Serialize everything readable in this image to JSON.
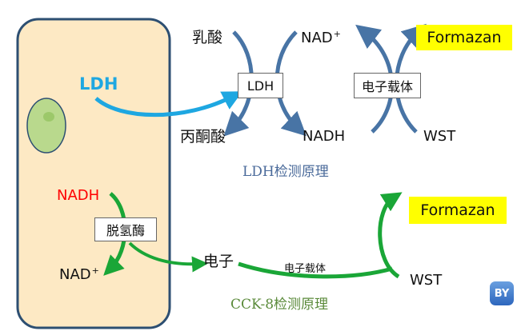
{
  "cell": {
    "ldh_label": "LDH",
    "nadh_label": "NADH",
    "enzyme_label": "脱氢酶",
    "nad_label": "NAD",
    "nad_sup": "+"
  },
  "ldh_principle": {
    "lactate": "乳酸",
    "pyruvate": "丙酮酸",
    "ldh_box": "LDH",
    "nad": "NAD",
    "nad_sup": "+",
    "nadh": "NADH",
    "carrier_box": "电子载体",
    "formazan": "Formazan",
    "wst": "WST",
    "caption": "LDH检测原理"
  },
  "cck8_principle": {
    "electron": "电子",
    "carrier": "电子载体",
    "wst": "WST",
    "formazan": "Formazan",
    "caption": "CCK-8检测原理"
  },
  "badge_text": "BY",
  "colors": {
    "cell_fill": "#fde9c4",
    "cell_border": "#2d4f72",
    "nucleus": "#b9d98d",
    "ldh_blue": "#1ea7e1",
    "nadh_red": "#ff0000",
    "green_arrow": "#1aa637",
    "dark_blue_arrow": "#4874a5",
    "highlight": "#ffff00",
    "ldh_caption": "#4a6a9a",
    "cck8_caption": "#5a8a3a"
  }
}
